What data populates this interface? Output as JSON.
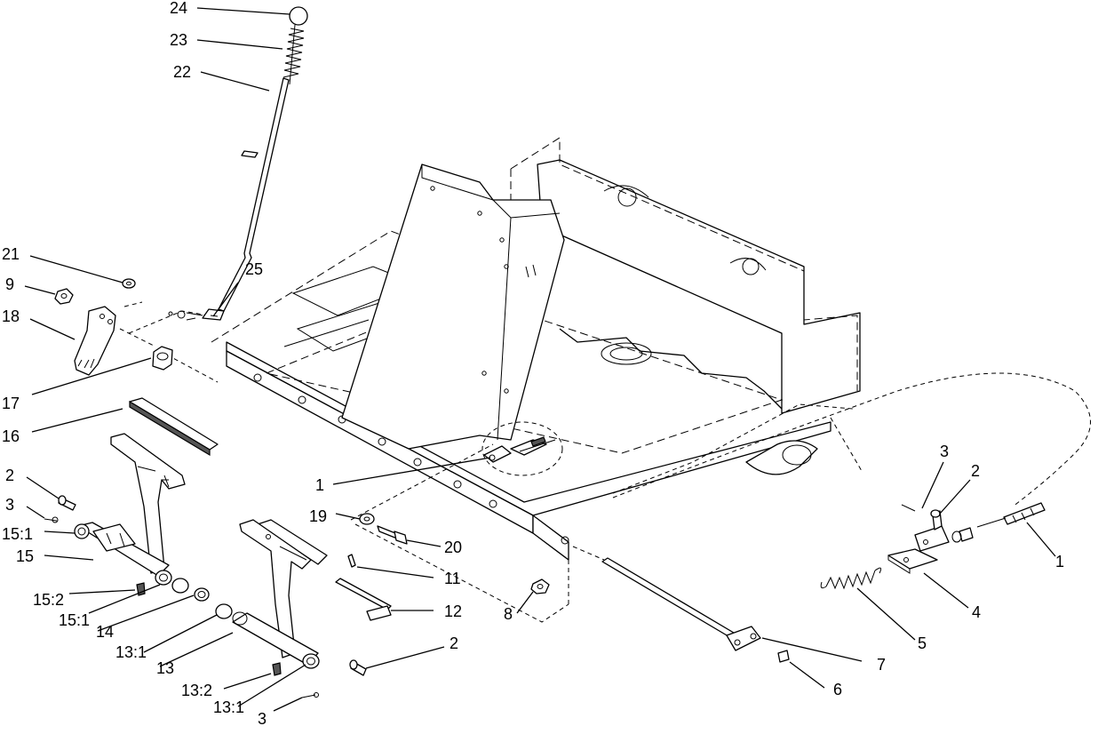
{
  "callouts": {
    "c24": "24",
    "c23": "23",
    "c22": "22",
    "c25": "25",
    "c21": "21",
    "c9": "9",
    "c18": "18",
    "c17": "17",
    "c16": "16",
    "c2a": "2",
    "c3a": "3",
    "c15_1a": "15:1",
    "c15": "15",
    "c15_2": "15:2",
    "c15_1b": "15:1",
    "c14": "14",
    "c13_1a": "13:1",
    "c13": "13",
    "c13_2": "13:2",
    "c13_1b": "13:1",
    "c3b": "3",
    "c2b": "2",
    "c1a": "1",
    "c19": "19",
    "c20": "20",
    "c11": "11",
    "c12": "12",
    "c8": "8",
    "c7": "7",
    "c6": "6",
    "c3c": "3",
    "c2c": "2",
    "c1b": "1",
    "c4": "4",
    "c5": "5"
  }
}
